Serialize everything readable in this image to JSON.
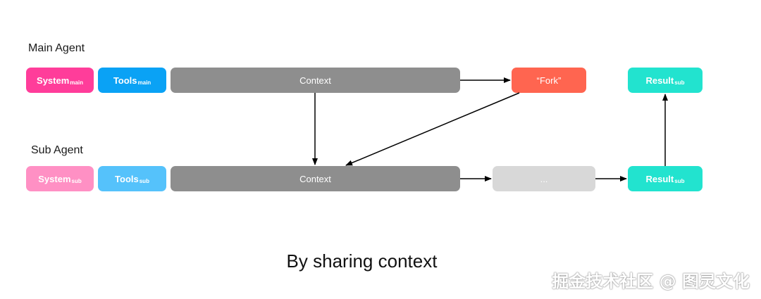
{
  "labels": {
    "main_agent": "Main Agent",
    "sub_agent": "Sub Agent"
  },
  "main": {
    "system": {
      "text": "System",
      "sub": "main",
      "color": "#ff3d9a"
    },
    "tools": {
      "text": "Tools",
      "sub": "main",
      "color": "#0aa2f5"
    },
    "context": {
      "text": "Context",
      "color": "#8e8e8e"
    },
    "fork": {
      "text": "“Fork”",
      "color": "#ff6550"
    },
    "result": {
      "text": "Result",
      "sub": "sub",
      "color": "#22e3cf"
    }
  },
  "sub_agent": {
    "system": {
      "text": "System",
      "sub": "sub",
      "color": "#ff90c4"
    },
    "tools": {
      "text": "Tools",
      "sub": "sub",
      "color": "#55c2fb"
    },
    "context": {
      "text": "Context",
      "color": "#8e8e8e"
    },
    "ellipsis": {
      "text": "...",
      "color": "#d8d8d8"
    },
    "result": {
      "text": "Result",
      "sub": "sub",
      "color": "#22e3cf"
    }
  },
  "caption": "By sharing context",
  "watermark": "掘金技术社区 @ 图灵文化"
}
